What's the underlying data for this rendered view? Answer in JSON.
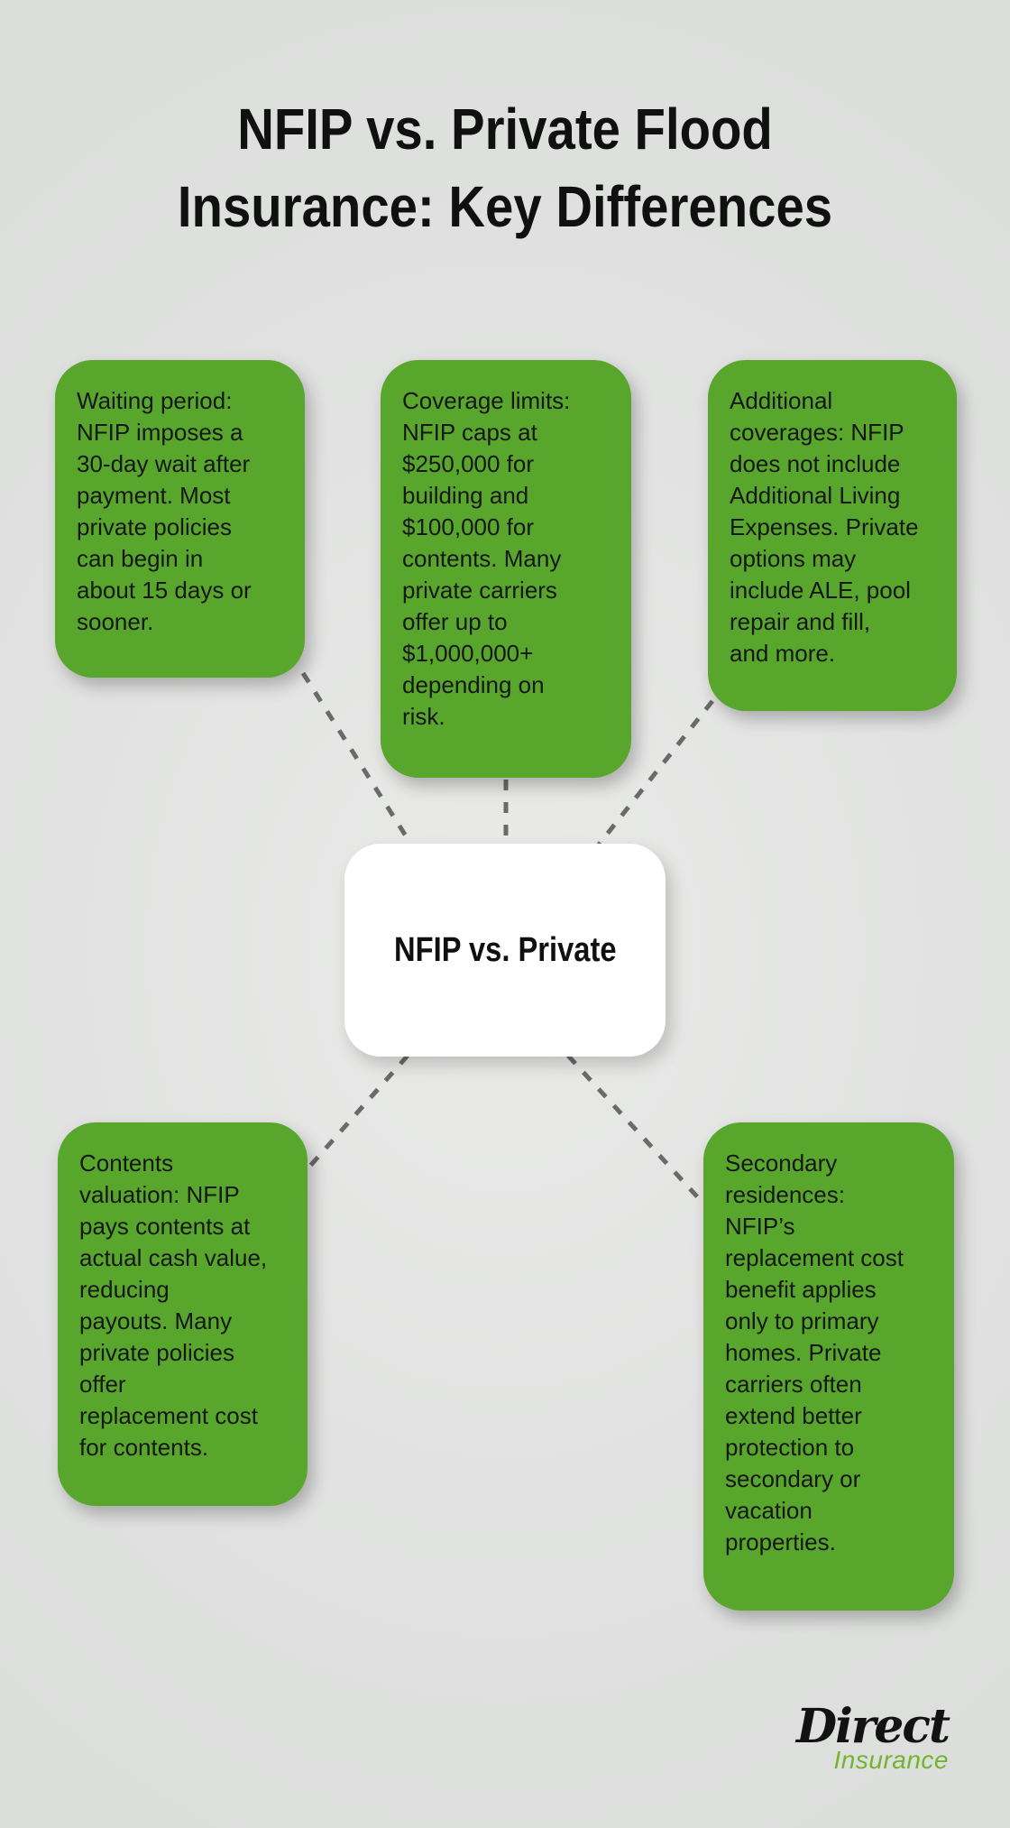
{
  "title": {
    "text": "NFIP vs. Private Flood\nInsurance: Key Differences"
  },
  "center_node": {
    "label": "NFIP vs. Private"
  },
  "info_boxes": [
    {
      "id": "waiting-period",
      "text": "Waiting period:\nNFIP imposes a\n30-day wait after\npayment. Most\nprivate policies\ncan begin in\nabout 15 days or\nsooner."
    },
    {
      "id": "coverage-limits",
      "text": "Coverage limits:\nNFIP caps at\n$250,000 for\nbuilding and\n$100,000 for\ncontents. Many\nprivate carriers\noffer up to\n$1,000,000+\ndepending on\nrisk."
    },
    {
      "id": "additional-coverages",
      "text": "Additional\ncoverages: NFIP\ndoes not include\nAdditional Living\nExpenses. Private\noptions may\ninclude ALE, pool\nrepair and fill,\nand more."
    },
    {
      "id": "contents-valuation",
      "text": "Contents\nvaluation: NFIP\npays contents at\nactual cash value,\nreducing\npayouts. Many\nprivate policies\noffer\nreplacement cost\nfor contents."
    },
    {
      "id": "secondary-residences",
      "text": "Secondary\nresidences:\nNFIP’s\nreplacement cost\nbenefit applies\nonly to primary\nhomes. Private\ncarriers often\nextend better\nprotection to\nsecondary or\nvacation\nproperties."
    }
  ],
  "logo": {
    "primary": "Direct",
    "secondary": "Insurance"
  },
  "colors": {
    "background": "#e1e2e1",
    "box_green": "#58a72c",
    "connector_gray": "#6a6a6a",
    "card_white": "#ffffff",
    "text_black": "#161616",
    "logo_black": "#121212",
    "logo_green": "#72b52c"
  }
}
